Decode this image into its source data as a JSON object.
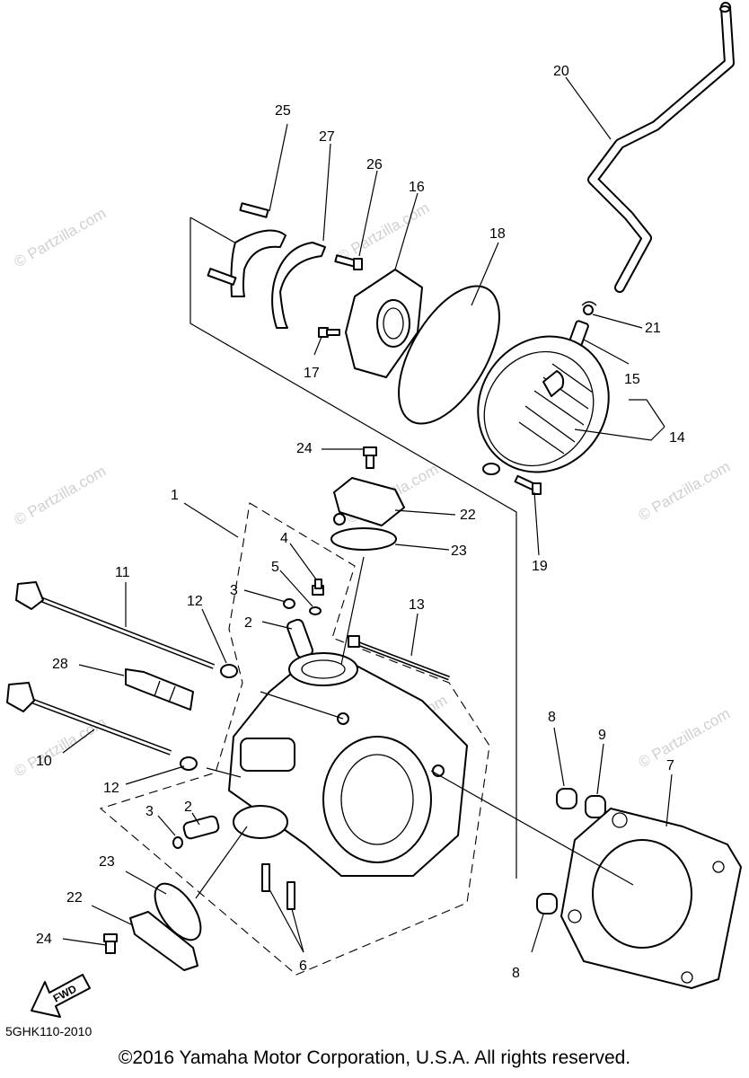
{
  "diagram_code": "5GHK110-2010",
  "copyright": "©2016 Yamaha Motor Corporation, U.S.A. All rights reserved.",
  "watermark": "© Partzilla.com",
  "fwd_label": "FWD",
  "callouts": {
    "n1": "1",
    "n2a": "2",
    "n2b": "2",
    "n3a": "3",
    "n3b": "3",
    "n4": "4",
    "n5": "5",
    "n6": "6",
    "n7": "7",
    "n8a": "8",
    "n8b": "8",
    "n9": "9",
    "n10": "10",
    "n11": "11",
    "n12a": "12",
    "n12b": "12",
    "n13": "13",
    "n14": "14",
    "n15": "15",
    "n16": "16",
    "n17": "17",
    "n18": "18",
    "n19": "19",
    "n20": "20",
    "n21": "21",
    "n22a": "22",
    "n22b": "22",
    "n23a": "23",
    "n23b": "23",
    "n24a": "24",
    "n24b": "24",
    "n25": "25",
    "n26": "26",
    "n27": "27",
    "n28": "28"
  }
}
